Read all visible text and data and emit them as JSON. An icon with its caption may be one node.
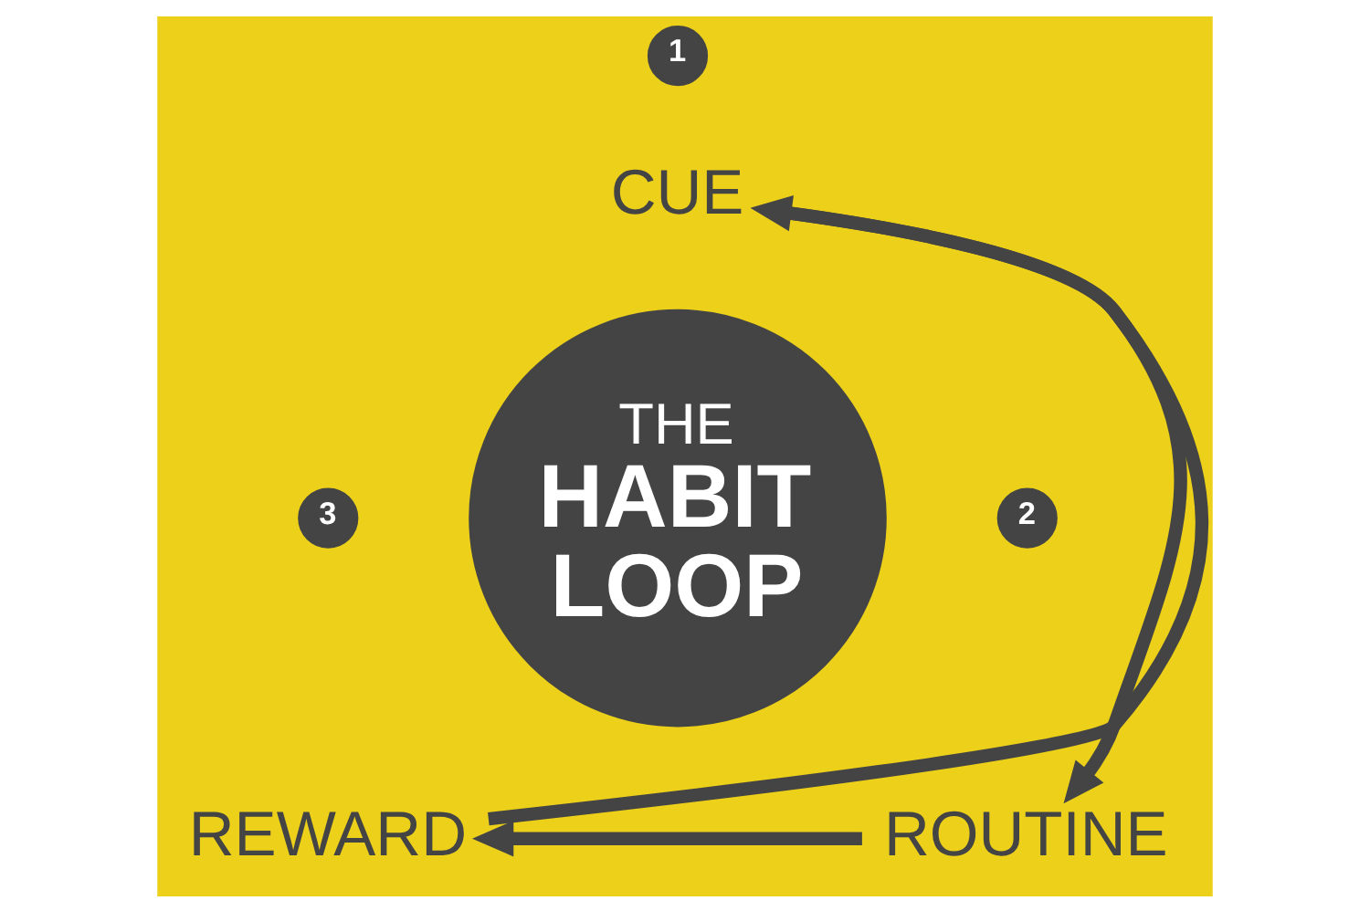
{
  "diagram": {
    "nodes": [
      {
        "text": [
          "THE",
          "HABIT LOOP"
        ]
      },
      {
        "text": [
          "1"
        ]
      },
      {
        "text": [
          "CUE"
        ]
      },
      {
        "text": [
          "2"
        ]
      },
      {
        "text": [
          "ROUTINE"
        ]
      },
      {
        "text": [
          "3"
        ]
      },
      {
        "text": [
          "REWARD"
        ]
      }
    ],
    "edges": [
      {
        "from": 2,
        "to": 4,
        "arrow": "to"
      },
      {
        "from": 4,
        "to": 6,
        "arrow": "to"
      },
      {
        "from": 6,
        "to": 2,
        "arrow": "to"
      }
    ]
  }
}
